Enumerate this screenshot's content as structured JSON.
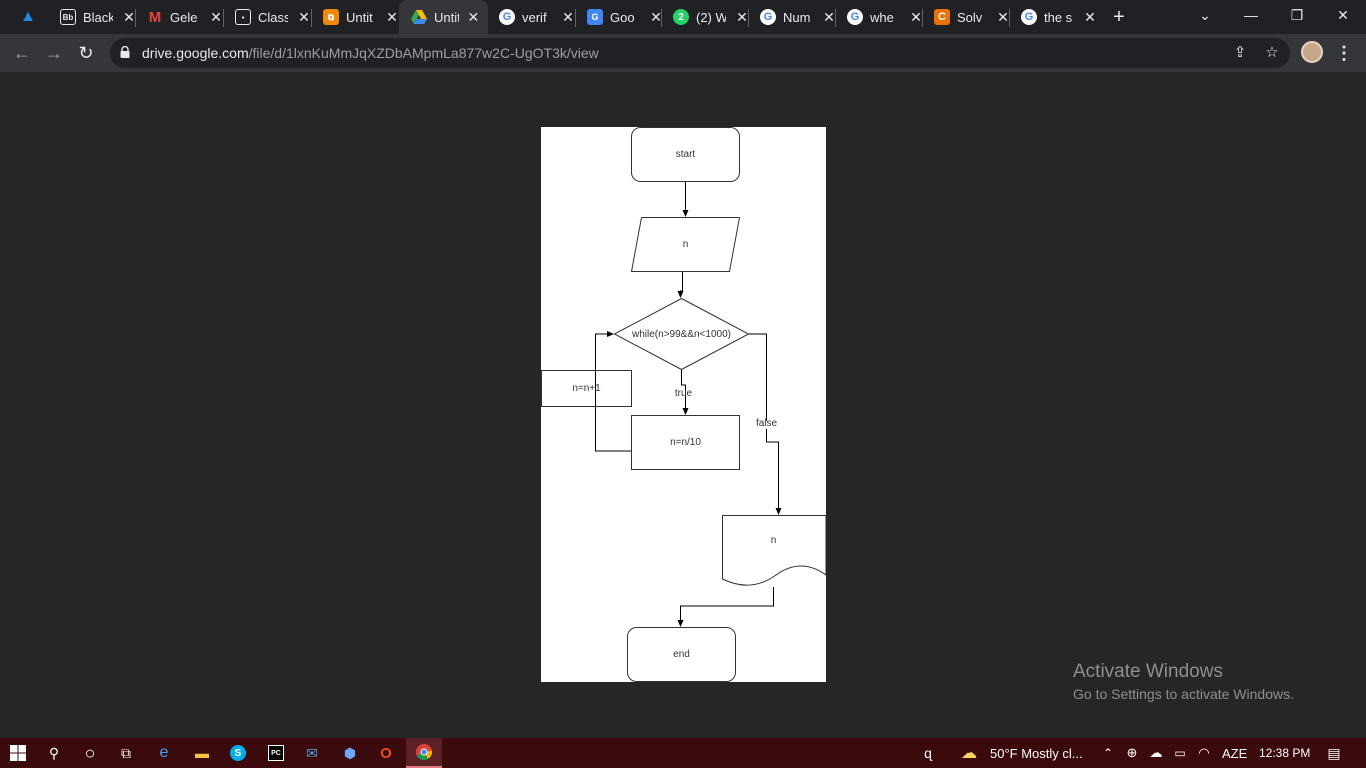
{
  "tabs": [
    {
      "title": "",
      "icon": "blackboard-logo-icon",
      "color": "#1565c0"
    },
    {
      "title": "Black",
      "icon": "blackboard-bb-icon",
      "color": "#e8eaed"
    },
    {
      "title": "Gele",
      "icon": "gmail-icon",
      "color": "#ea4335"
    },
    {
      "title": "Class",
      "icon": "classroom-icon",
      "color": "#e8eaed"
    },
    {
      "title": "Untit",
      "icon": "drawio-icon",
      "color": "#f08705"
    },
    {
      "title": "Untit",
      "icon": "google-drive-icon",
      "color": "#34a853",
      "active": true
    },
    {
      "title": "verif",
      "icon": "google-icon",
      "color": "#4285f4"
    },
    {
      "title": "Goo",
      "icon": "google-translate-icon",
      "color": "#4285f4"
    },
    {
      "title": "(2) W",
      "icon": "whatsapp-icon",
      "color": "#25d366"
    },
    {
      "title": "Num",
      "icon": "google-icon",
      "color": "#4285f4"
    },
    {
      "title": "whe",
      "icon": "google-icon",
      "color": "#4285f4"
    },
    {
      "title": "Solv",
      "icon": "chegg-icon",
      "color": "#eb7100"
    },
    {
      "title": "the s",
      "icon": "google-icon",
      "color": "#4285f4"
    }
  ],
  "url": {
    "host": "drive.google.com",
    "path": "/file/d/1lxnKuMmJqXZDbAMpmLa877w2C-UgOT3k/view"
  },
  "flowchart": {
    "start": "start",
    "input": "n",
    "condition": "while(n>99&&n<1000)",
    "true_label": "true",
    "false_label": "false",
    "body": "n=n/10",
    "increment": "n=n+1",
    "output": "n",
    "end": "end"
  },
  "watermark": {
    "title": "Activate Windows",
    "subtitle": "Go to Settings to activate Windows."
  },
  "taskbar": {
    "weather": "50°F  Mostly cl...",
    "language": "AZE",
    "time": "12:38 PM"
  }
}
